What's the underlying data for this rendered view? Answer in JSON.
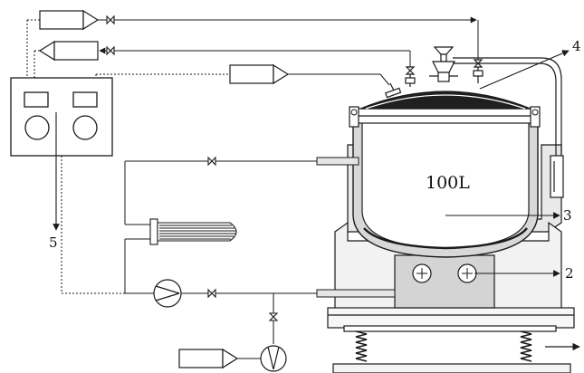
{
  "vessel_label": "100L",
  "callouts": [
    "2",
    "3",
    "4",
    "5"
  ],
  "colors": {
    "line": "#1a1a1a",
    "base_fill": "#f2f2f2",
    "heater_fill": "#d4d4d4",
    "interior_fill": "#ffffff",
    "pipe_fill": "#e6e6e6"
  }
}
